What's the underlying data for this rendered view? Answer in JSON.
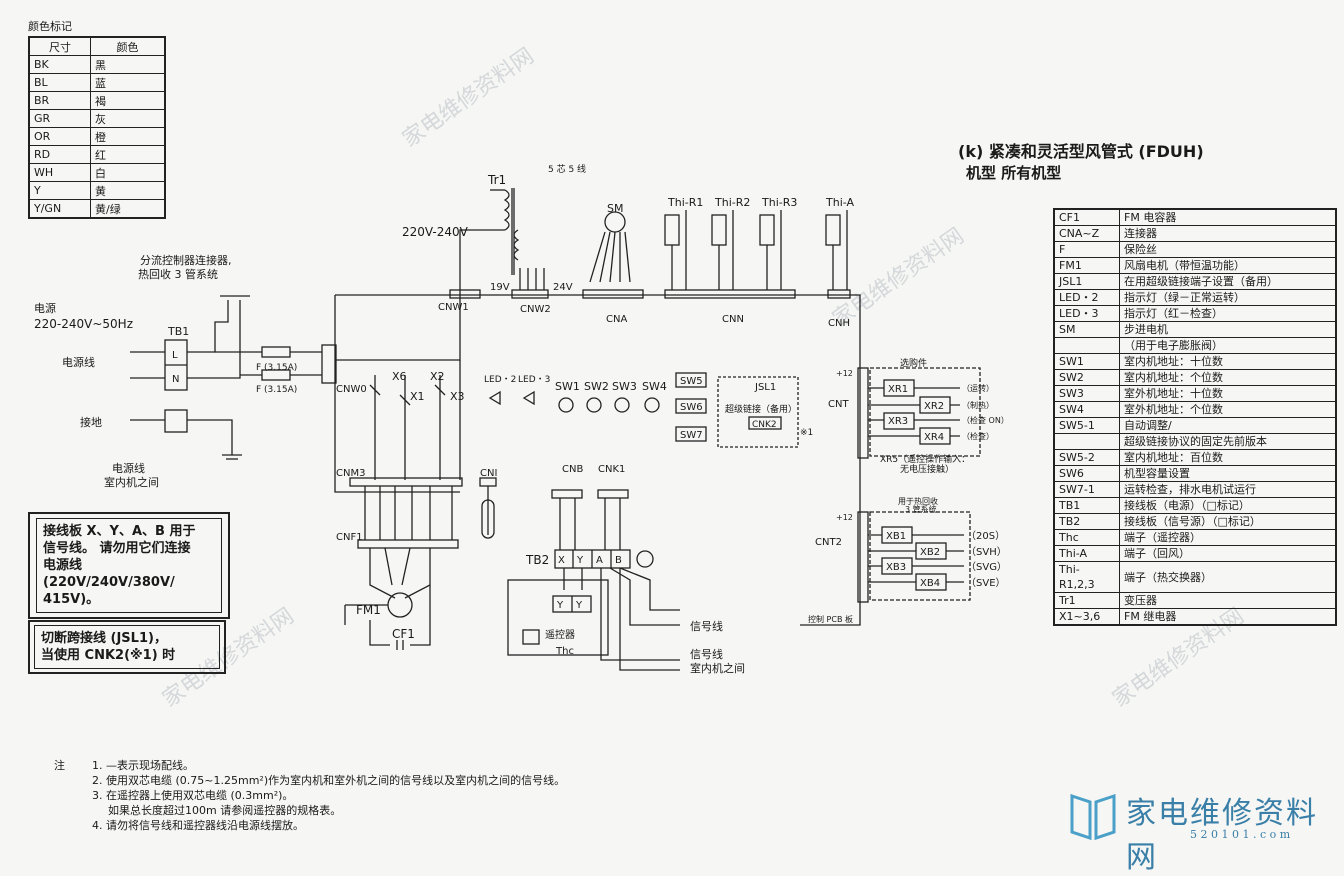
{
  "color_table": {
    "title": "颜色标记",
    "headers": [
      "尺寸",
      "颜色"
    ],
    "rows": [
      [
        "BK",
        "黑"
      ],
      [
        "BL",
        "蓝"
      ],
      [
        "BR",
        "褐"
      ],
      [
        "GR",
        "灰"
      ],
      [
        "OR",
        "橙"
      ],
      [
        "RD",
        "红"
      ],
      [
        "WH",
        "白"
      ],
      [
        "Y",
        "黄"
      ],
      [
        "Y/GN",
        "黄/绿"
      ]
    ]
  },
  "heading": {
    "line1": "(k) 紧凑和灵活型风管式 (FDUH)",
    "line2": "机型 所有机型"
  },
  "code_table": [
    [
      "CF1",
      "FM 电容器"
    ],
    [
      "CNA~Z",
      "连接器"
    ],
    [
      "F",
      "保险丝"
    ],
    [
      "FM1",
      "风扇电机（带恒温功能）"
    ],
    [
      "JSL1",
      "在用超级链接端子设置（备用）"
    ],
    [
      "LED・2",
      "指示灯（绿－正常运转）"
    ],
    [
      "LED・3",
      "指示灯（红－检查）"
    ],
    [
      "SM",
      "步进电机"
    ],
    [
      "",
      "（用于电子膨胀阀）"
    ],
    [
      "SW1",
      "室内机地址：十位数"
    ],
    [
      "SW2",
      "室内机地址：个位数"
    ],
    [
      "SW3",
      "室外机地址：十位数"
    ],
    [
      "SW4",
      "室外机地址：个位数"
    ],
    [
      "SW5-1",
      "自动调整/"
    ],
    [
      "",
      "超级链接协议的固定先前版本"
    ],
    [
      "SW5-2",
      "室内机地址：百位数"
    ],
    [
      "SW6",
      "机型容量设置"
    ],
    [
      "SW7-1",
      "运转检查，排水电机试运行"
    ],
    [
      "TB1",
      "接线板（电源）（□标记）"
    ],
    [
      "TB2",
      "接线板（信号源）（□标记）"
    ],
    [
      "Thc",
      "端子（遥控器）"
    ],
    [
      "Thi-A",
      "端子（回风）"
    ],
    [
      "Thi-R1,2,3",
      "端子（热交换器）"
    ],
    [
      "Tr1",
      "变压器"
    ],
    [
      "X1~3,6",
      "FM 继电器"
    ]
  ],
  "box_signal": {
    "line1": "接线板 X、Y、A、B 用于",
    "line2": "信号线。 请勿用它们连接",
    "line3": "电源线 (220V/240V/380V/",
    "line4": "415V)。"
  },
  "box_jsl": {
    "line1": "切断跨接线 (JSL1)，",
    "line2": "当使用 CNK2(※1) 时"
  },
  "diagram": {
    "power_label": "电源",
    "power_voltage": "220-240V~50Hz",
    "tb1": "TB1",
    "power_line": "电源线",
    "ground": "接地",
    "power_line2": "电源线",
    "between_units": "室内机之间",
    "splitter_l1": "分流控制器连接器,",
    "splitter_l2": "热回收 3 管系统",
    "transformer": "Tr1",
    "v220": "220V-240V",
    "v19": "19V",
    "v24": "24V",
    "sm": "SM",
    "five_wire": "5 芯 5 线",
    "th_r1": "Thi-R1",
    "th_r2": "Thi-R2",
    "th_r3": "Thi-R3",
    "th_a": "Thi-A",
    "cnw1": "CNW1",
    "cnw2": "CNW2",
    "cna": "CNA",
    "cnn": "CNN",
    "cnh": "CNH",
    "cnw0": "CNW0",
    "cnm3": "CNM3",
    "cnf1": "CNF1",
    "cni": "CNI",
    "cnb": "CNB",
    "cnk1": "CNK1",
    "cnt": "CNT",
    "cnt2": "CNT2",
    "fuse1": "F (3.15A)",
    "fuse2": "F (3.15A)",
    "led2": "LED・2",
    "led3": "LED・3",
    "sw1": "SW1",
    "sw2": "SW2",
    "sw3": "SW3",
    "sw4": "SW4",
    "sw5": "SW5",
    "sw6": "SW6",
    "sw7": "SW7",
    "jsl1": "JSL1",
    "superlink": "超级链接（备用）",
    "cnk2": "CNK2",
    "star1": "※1",
    "x6": "X6",
    "x1": "X1",
    "x2": "X2",
    "x3": "X3",
    "fm1": "FM1",
    "cf1": "CF1",
    "tb2": "TB2",
    "remote": "遥控器",
    "thc": "Thc",
    "signal_line": "信号线",
    "signal_line2": "信号线",
    "between_units2": "室内机之间",
    "optional": "选购件",
    "xr1": "XR1",
    "xr2": "XR2",
    "xr3": "XR3",
    "xr4": "XR4",
    "xr_run": "（运转）",
    "xr_heat": "（制热）",
    "xr_check": "（检查 ON）",
    "xr_check2": "（检查）",
    "xr5_l1": "XR5（遥控操作输入：",
    "xr5_l2": "无电压接触）",
    "heat_rec_l1": "用于热回收",
    "heat_rec_l2": "3 管系统",
    "xb1": "XB1",
    "xb2": "XB2",
    "xb3": "XB3",
    "xb4": "XB4",
    "s20s": "（20S）",
    "ssvh": "（SVH）",
    "ssvg": "（SVG）",
    "ssve": "（SVE）",
    "pcb": "控制 PCB 板",
    "p12a": "+12",
    "p12b": "+12"
  },
  "notes": {
    "label": "注",
    "n1": "1.  —表示现场配线。",
    "n2": "2.  使用双芯电缆 (0.75~1.25mm²)作为室内机和室外机之间的信号线以及室内机之间的信号线。",
    "n3": "3.  在遥控器上使用双芯电缆 (0.3mm²)。",
    "n3b": "如果总长度超过100m  请参阅遥控器的规格表。",
    "n4": "4.  请勿将信号线和遥控器线沿电源线摆放。"
  },
  "logo": {
    "main": "家电维修资料网",
    "sub": "5 2 0 1 0 1 . c o m"
  }
}
